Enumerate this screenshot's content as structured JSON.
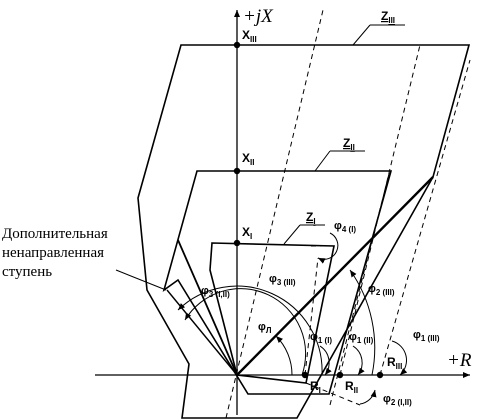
{
  "axes": {
    "imag_label": "+jX",
    "real_label": "+R"
  },
  "points": {
    "x1": "X",
    "x1_sub": "I",
    "x2": "X",
    "x2_sub": "II",
    "x3": "X",
    "x3_sub": "III",
    "r1": "R",
    "r1_sub": "I",
    "r2": "R",
    "r2_sub": "II",
    "r3": "R",
    "r3_sub": "III"
  },
  "zones": {
    "z1": "Z",
    "z1_sub": "I",
    "z2": "Z",
    "z2_sub": "II",
    "z3": "Z",
    "z3_sub": "III"
  },
  "angles": {
    "phi": "φ",
    "phi_l_sub": "Л",
    "phi4_sub": "4 (I)",
    "phi3_iii_sub": "3 (III)",
    "phi3_iii2_sub": "3 (I,II)",
    "phi2_iii_sub": "2 (III)",
    "phi1_i_sub": "1 (I)",
    "phi1_ii_sub": "1 (II)",
    "phi1_iii_sub": "1 (III)",
    "phi2_iii_b_sub": "2 (I,II)"
  },
  "note": {
    "line1": "Дополнительная",
    "line2": "ненаправленная",
    "line3": "ступень"
  }
}
